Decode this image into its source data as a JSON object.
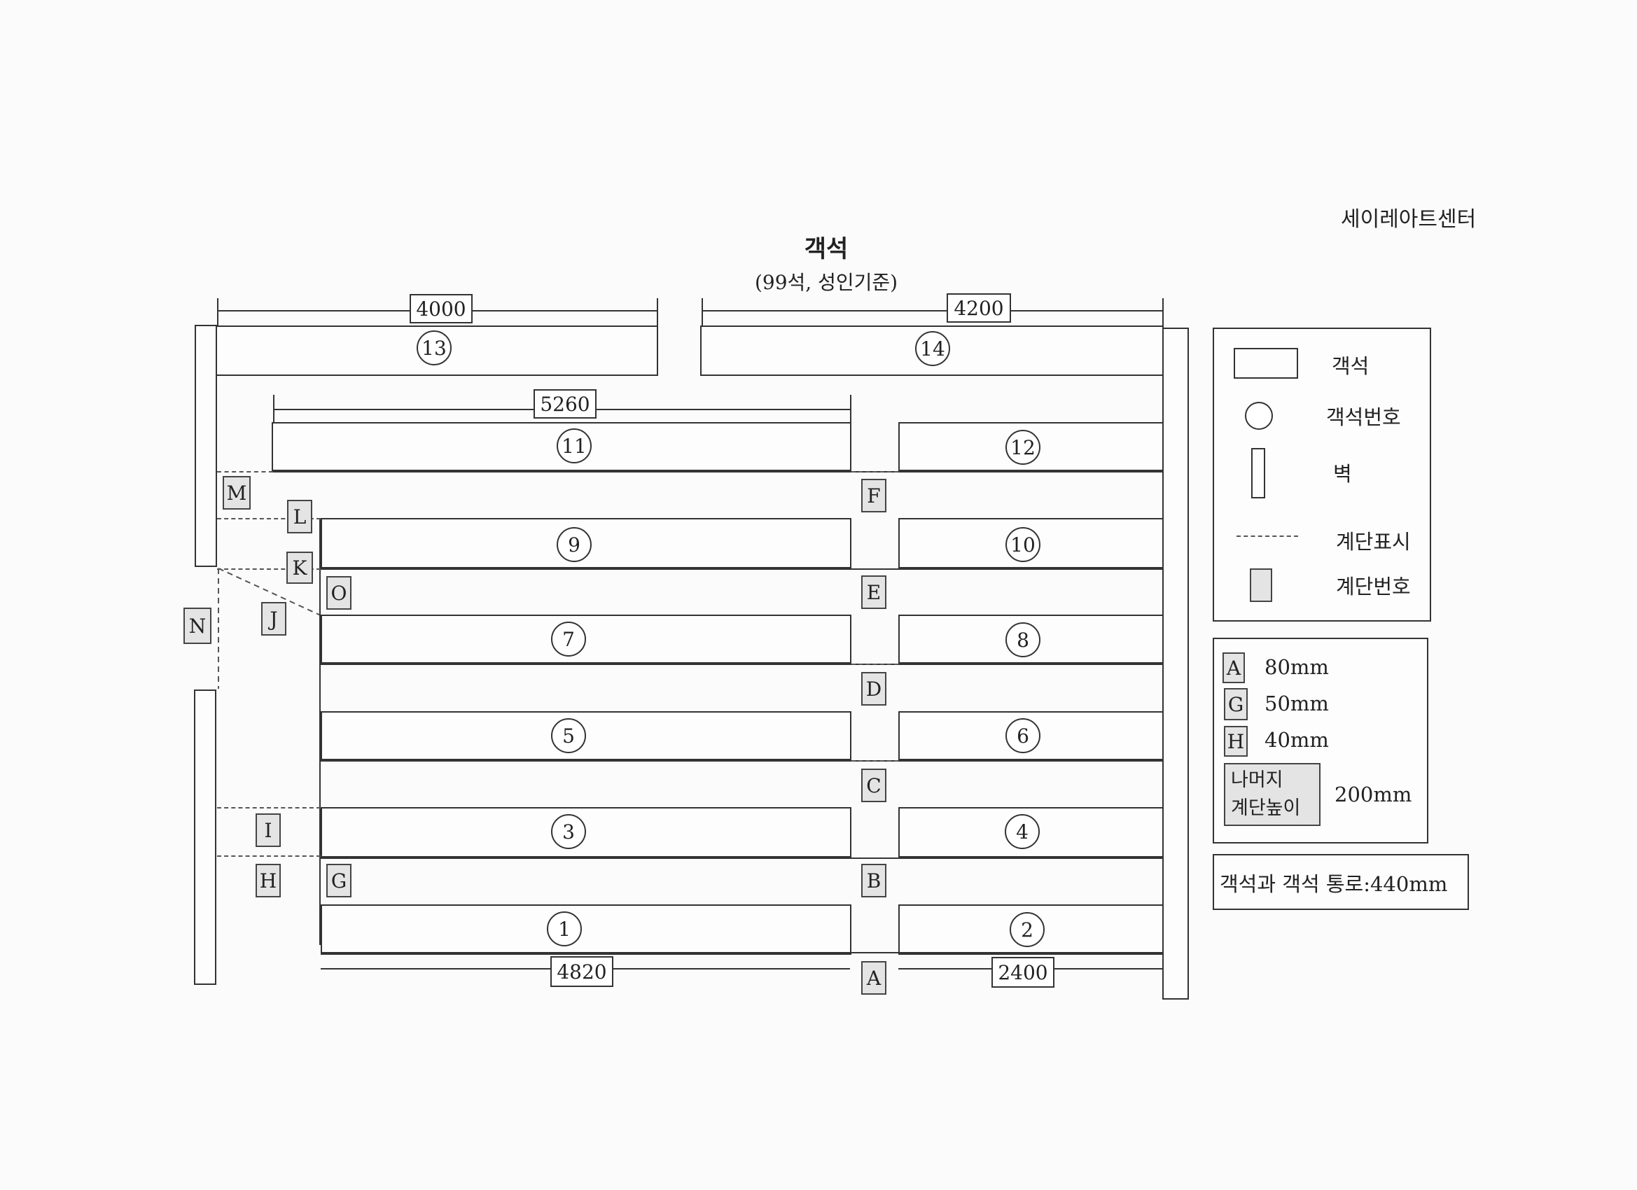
{
  "org_name": "세이레아트센터",
  "title": "객석",
  "subtitle": "(99석, 성인기준)",
  "dimensions": {
    "top_left": "4000",
    "top_right": "4200",
    "mid": "5260",
    "bottom_left": "4820",
    "bottom_right": "2400"
  },
  "seat_numbers": [
    "1",
    "2",
    "3",
    "4",
    "5",
    "6",
    "7",
    "8",
    "9",
    "10",
    "11",
    "12",
    "13",
    "14"
  ],
  "step_labels": {
    "A": "A",
    "B": "B",
    "C": "C",
    "D": "D",
    "E": "E",
    "F": "F",
    "G": "G",
    "H": "H",
    "I": "I",
    "J": "J",
    "K": "K",
    "L": "L",
    "M": "M",
    "N": "N",
    "O": "O"
  },
  "legend": {
    "seat": "객석",
    "seat_number": "객석번호",
    "wall": "벽",
    "step_mark": "계단표시",
    "step_number": "계단번호"
  },
  "heights": {
    "a_label": "A",
    "a_value": "80mm",
    "g_label": "G",
    "g_value": "50mm",
    "h_label": "H",
    "h_value": "40mm",
    "rest_label_1": "나머지",
    "rest_label_2": "계단높이",
    "rest_value": "200mm"
  },
  "aisle_note": "객석과 객석 통로:440mm"
}
